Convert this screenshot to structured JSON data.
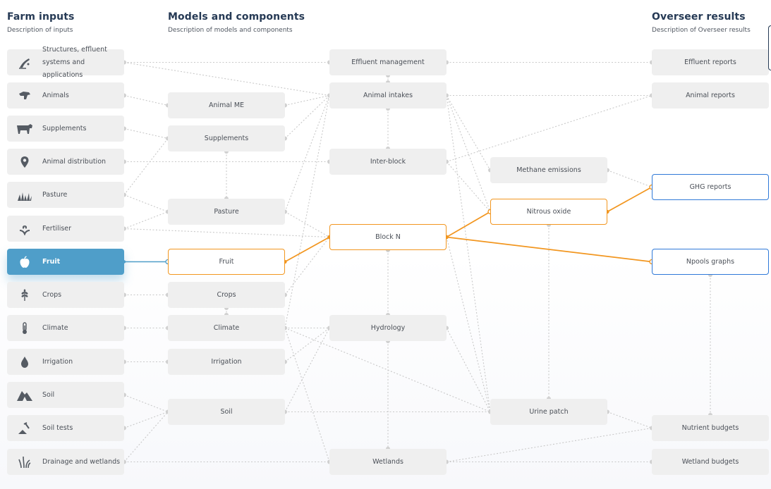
{
  "columns": {
    "inputs": {
      "title": "Farm inputs",
      "description": "Description of inputs"
    },
    "models": {
      "title": "Models and components",
      "description": "Description of models and components"
    },
    "results": {
      "title": "Overseer results",
      "description": "Description of Overseer results"
    }
  },
  "inputs": [
    {
      "id": "structures",
      "label": "Structures, effluent systems and applications",
      "icon": "effluent-icon"
    },
    {
      "id": "animals",
      "label": "Animals",
      "icon": "animals-icon"
    },
    {
      "id": "supplements",
      "label": "Supplements",
      "icon": "cow-icon"
    },
    {
      "id": "animal_distribution",
      "label": "Animal distribution",
      "icon": "location-pin-icon"
    },
    {
      "id": "pasture",
      "label": "Pasture",
      "icon": "grass-icon"
    },
    {
      "id": "fertiliser",
      "label": "Fertiliser",
      "icon": "fertiliser-icon"
    },
    {
      "id": "fruit",
      "label": "Fruit",
      "icon": "apple-icon"
    },
    {
      "id": "crops",
      "label": "Crops",
      "icon": "wheat-icon"
    },
    {
      "id": "climate",
      "label": "Climate",
      "icon": "thermometer-icon"
    },
    {
      "id": "irrigation",
      "label": "Irrigation",
      "icon": "water-drop-icon"
    },
    {
      "id": "soil",
      "label": "Soil",
      "icon": "soil-icon"
    },
    {
      "id": "soil_tests",
      "label": "Soil tests",
      "icon": "soil-test-icon"
    },
    {
      "id": "drainage",
      "label": "Drainage and wetlands",
      "icon": "reeds-icon"
    }
  ],
  "components": [
    {
      "id": "animal_me",
      "label": "Animal ME"
    },
    {
      "id": "supplements",
      "label": "Supplements"
    },
    {
      "id": "pasture",
      "label": "Pasture"
    },
    {
      "id": "fruit",
      "label": "Fruit"
    },
    {
      "id": "crops",
      "label": "Crops"
    },
    {
      "id": "climate",
      "label": "Climate"
    },
    {
      "id": "irrigation",
      "label": "Irrigation"
    },
    {
      "id": "soil",
      "label": "Soil"
    }
  ],
  "models": [
    {
      "id": "effluent_management",
      "label": "Effluent management"
    },
    {
      "id": "animal_intakes",
      "label": "Animal intakes"
    },
    {
      "id": "inter_block",
      "label": "Inter-block"
    },
    {
      "id": "block_n",
      "label": "Block N"
    },
    {
      "id": "hydrology",
      "label": "Hydrology"
    },
    {
      "id": "wetlands",
      "label": "Wetlands"
    }
  ],
  "submodels": [
    {
      "id": "methane",
      "label": "Methane emissions"
    },
    {
      "id": "nitrous_oxide",
      "label": "Nitrous oxide"
    },
    {
      "id": "urine_patch",
      "label": "Urine patch"
    }
  ],
  "results": [
    {
      "id": "effluent_reports",
      "label": "Effluent reports"
    },
    {
      "id": "animal_reports",
      "label": "Animal reports"
    },
    {
      "id": "ghg_reports",
      "label": "GHG reports"
    },
    {
      "id": "npools_graphs",
      "label": "Npools graphs"
    },
    {
      "id": "nutrient_budgets",
      "label": "Nutrient budgets"
    },
    {
      "id": "wetland_budgets",
      "label": "Wetland budgets"
    }
  ],
  "selected_input": "fruit",
  "colors": {
    "selected": "#4f9ec9",
    "highlight_path": "#f2961f",
    "highlight_result": "#2f79d8",
    "node_bg": "#efefef",
    "edge": "#c9c9c9",
    "heading": "#263a55"
  }
}
